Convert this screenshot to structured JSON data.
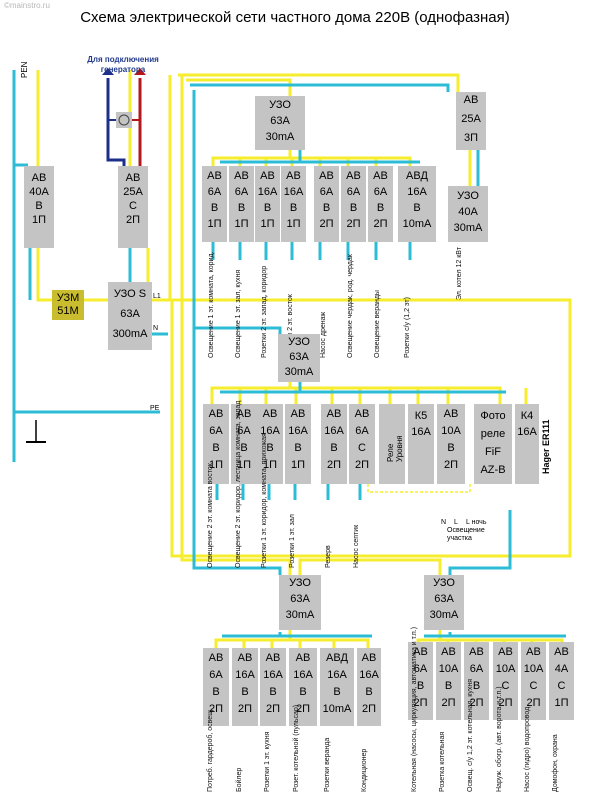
{
  "title": "Схема электрической сети частного дома 220В (однофазная)",
  "watermark": "©mainstro.ru",
  "generator_label": "Для подключения генератора",
  "wire_labels": {
    "pen": "PEN",
    "l1": "L1",
    "n": "N",
    "pe": "PE",
    "n_bottom": "N",
    "l_bottom": "L",
    "l_night": "L ночь"
  },
  "colors": {
    "phase": "#f5ed2d",
    "neutral": "#2cbcd6",
    "background": "#ffffff",
    "device": "#c4c4c4",
    "uzm": "#c9bd2f",
    "generator": "#1e2f8a",
    "generator_phase": "#b3181d",
    "ground": "#000000"
  },
  "input": {
    "ab_main": [
      "АВ",
      "40А",
      "В",
      "1П"
    ],
    "ab_gen": [
      "АВ",
      "25А",
      "С",
      "2П"
    ],
    "uzm": [
      "УЗМ",
      "51М"
    ],
    "uzo_s": [
      "УЗО S",
      "63А",
      "300mA"
    ]
  },
  "group1": {
    "uzo": [
      "УЗО",
      "63А",
      "30mA"
    ],
    "ab3p": [
      "АВ",
      "25А",
      "3П"
    ],
    "uzo_boiler": [
      "УЗО",
      "40А",
      "30mA"
    ],
    "breakers": [
      {
        "l": [
          "АВ",
          "6А",
          "В",
          "1П"
        ],
        "c": "Освещение 1 эт. комната, корид."
      },
      {
        "l": [
          "АВ",
          "6А",
          "В",
          "1П"
        ],
        "c": "Освещение 1 эт. зал, кухня"
      },
      {
        "l": [
          "АВ",
          "16А",
          "В",
          "1П"
        ],
        "c": "Розетки 2 эт. запад, коридор"
      },
      {
        "l": [
          "АВ",
          "16А",
          "В",
          "1П"
        ],
        "c": "Розетки 2 эт. восток"
      },
      {
        "l": [
          "АВ",
          "6А",
          "В",
          "2П"
        ],
        "c": "Насос дренаж"
      },
      {
        "l": [
          "АВ",
          "6А",
          "В",
          "2П"
        ],
        "c": "Освещение чердак, род. чердак"
      },
      {
        "l": [
          "АВ",
          "6А",
          "В",
          "2П"
        ],
        "c": "Освещение веранды"
      },
      {
        "l": [
          "АВД",
          "16А",
          "В",
          "10mA"
        ],
        "c": "Розетки с/у (1,2 эт)"
      }
    ],
    "boiler_caption": "Эл. котел 12 кВт"
  },
  "group2": {
    "uzo": [
      "УЗО",
      "63А",
      "30mA"
    ],
    "breakers": [
      {
        "l": [
          "АВ",
          "6А",
          "В",
          "1П"
        ],
        "c": "Освещение 2 эт. комната восток"
      },
      {
        "l": [
          "АВ",
          "6А",
          "В",
          "1П"
        ],
        "c": "Освещение 2 эт. коридор, лестница комната, запад"
      },
      {
        "l": [
          "АВ",
          "16А",
          "В",
          "1П"
        ],
        "c": "Розетки 1 эт. коридор, комната, прихожая"
      },
      {
        "l": [
          "АВ",
          "16А",
          "В",
          "1П"
        ],
        "c": "Розетки 1 эт. зал"
      },
      {
        "l": [
          "АВ",
          "16А",
          "В",
          "2П"
        ],
        "c": "Резерв"
      },
      {
        "l": [
          "АВ",
          "6А",
          "С",
          "2П"
        ],
        "c": "Насос септик"
      }
    ],
    "relay": "Реле Уровня",
    "k5": [
      "К5",
      "16А"
    ],
    "ab10": [
      "АВ",
      "10А",
      "В",
      "2П"
    ],
    "photo_relay": [
      "Фото",
      "реле",
      "FiF",
      "AZ-B"
    ],
    "k4": [
      "К4",
      "16А"
    ],
    "hager": "Hager ER111",
    "outdoor_caption": "Освещение участка"
  },
  "group3": {
    "uzo": [
      "УЗО",
      "63А",
      "30mA"
    ],
    "breakers": [
      {
        "l": [
          "АВ",
          "6А",
          "В",
          "2П"
        ],
        "c": "Потреб. гардероб, освещ."
      },
      {
        "l": [
          "АВ",
          "16А",
          "В",
          "2П"
        ],
        "c": "Бойлер"
      },
      {
        "l": [
          "АВ",
          "16А",
          "В",
          "2П"
        ],
        "c": "Розетки 1 эт. кухня"
      },
      {
        "l": [
          "АВ",
          "16А",
          "В",
          "2П"
        ],
        "c": "Розет. котельной (пульсар)"
      },
      {
        "l": [
          "АВД",
          "16А",
          "В",
          "10mA"
        ],
        "c": "Розетки веранда"
      },
      {
        "l": [
          "АВ",
          "16А",
          "В",
          "2П"
        ],
        "c": "Кондиционер"
      }
    ]
  },
  "group4": {
    "uzo": [
      "УЗО",
      "63А",
      "30mA"
    ],
    "breakers": [
      {
        "l": [
          "АВ",
          "6А",
          "В",
          "2П"
        ],
        "c": "Котельная (насосы, циркуляция, автоматика и т.п.)"
      },
      {
        "l": [
          "АВ",
          "10А",
          "В",
          "2П"
        ],
        "c": "Розетка котельная"
      },
      {
        "l": [
          "АВ",
          "6А",
          "В",
          "2П"
        ],
        "c": "Освещ. с/у 1,2 эт. котельная, кухня"
      },
      {
        "l": [
          "АВ",
          "10А",
          "С",
          "2П"
        ],
        "c": "Наруж. обогр. (авт. ворота и т.п.)"
      },
      {
        "l": [
          "АВ",
          "10А",
          "С",
          "2П"
        ],
        "c": "Насос (гидро) водопровод"
      },
      {
        "l": [
          "АВ",
          "4А",
          "С",
          "1П"
        ],
        "c": "Домофон, охрана"
      }
    ]
  }
}
